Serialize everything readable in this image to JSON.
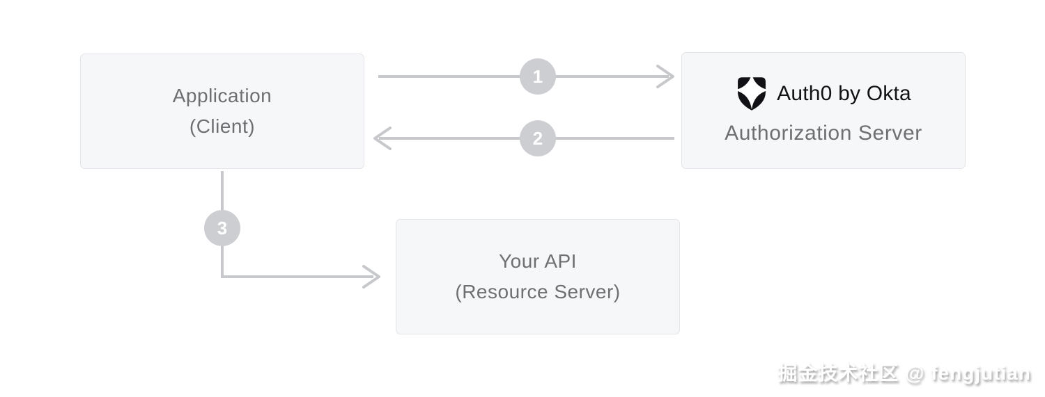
{
  "diagram": {
    "nodes": {
      "application": {
        "line1": "Application",
        "line2": "(Client)"
      },
      "auth_server": {
        "brand": "Auth0 by Okta",
        "label": "Authorization Server"
      },
      "api": {
        "line1": "Your API",
        "line2": "(Resource Server)"
      }
    },
    "steps": [
      {
        "number": "1"
      },
      {
        "number": "2"
      },
      {
        "number": "3"
      }
    ],
    "icons": {
      "auth0_logo": "auth0-shield-icon"
    }
  },
  "watermark": {
    "text": "掘金技术社区 @ fengjutian"
  },
  "colors": {
    "background": "#ffffff",
    "node_bg": "#f6f7f8",
    "node_border": "#e3e4e8",
    "node_text": "#6e6f73",
    "arrow": "#c7c8cb",
    "step_circle_bg": "#cdced2",
    "step_circle_text": "#ffffff",
    "brand_text": "#121216",
    "watermark_text": "#ffffff"
  }
}
